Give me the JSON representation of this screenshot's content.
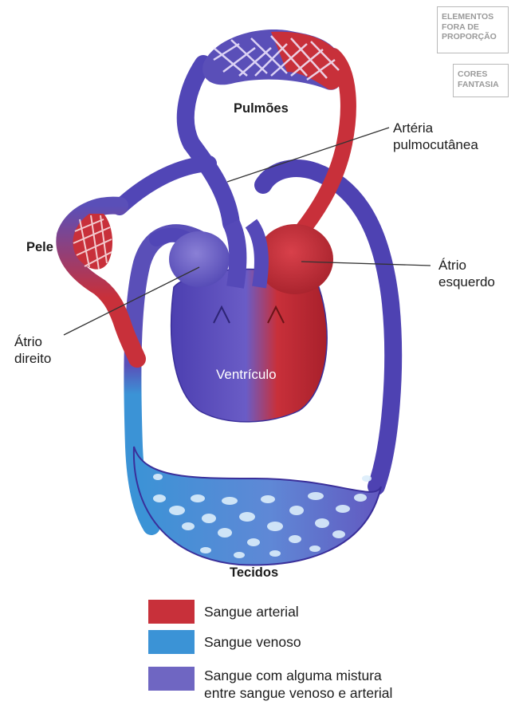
{
  "badges": {
    "proportion": "ELEMENTOS\nFORA DE\nPROPORÇÃO",
    "colors": "CORES\nFANTASIA"
  },
  "labels": {
    "lungs": "Pulmões",
    "skin": "Pele",
    "pulmocutaneous_artery": "Artéria\npulmocutânea",
    "left_atrium": "Átrio\nesquerdo",
    "right_atrium": "Átrio\ndireito",
    "ventricle": "Ventrículo",
    "tissues": "Tecidos"
  },
  "legend": [
    {
      "label": "Sangue arterial",
      "color": "#c8303a"
    },
    {
      "label": "Sangue venoso",
      "color": "#3b93d6"
    },
    {
      "label": "Sangue com alguma mistura\nentre sangue venoso e arterial",
      "color": "#6f66c2"
    }
  ],
  "colors": {
    "arterial": "#c8303a",
    "venous": "#3b93d6",
    "mixed": "#5a4fb8"
  }
}
